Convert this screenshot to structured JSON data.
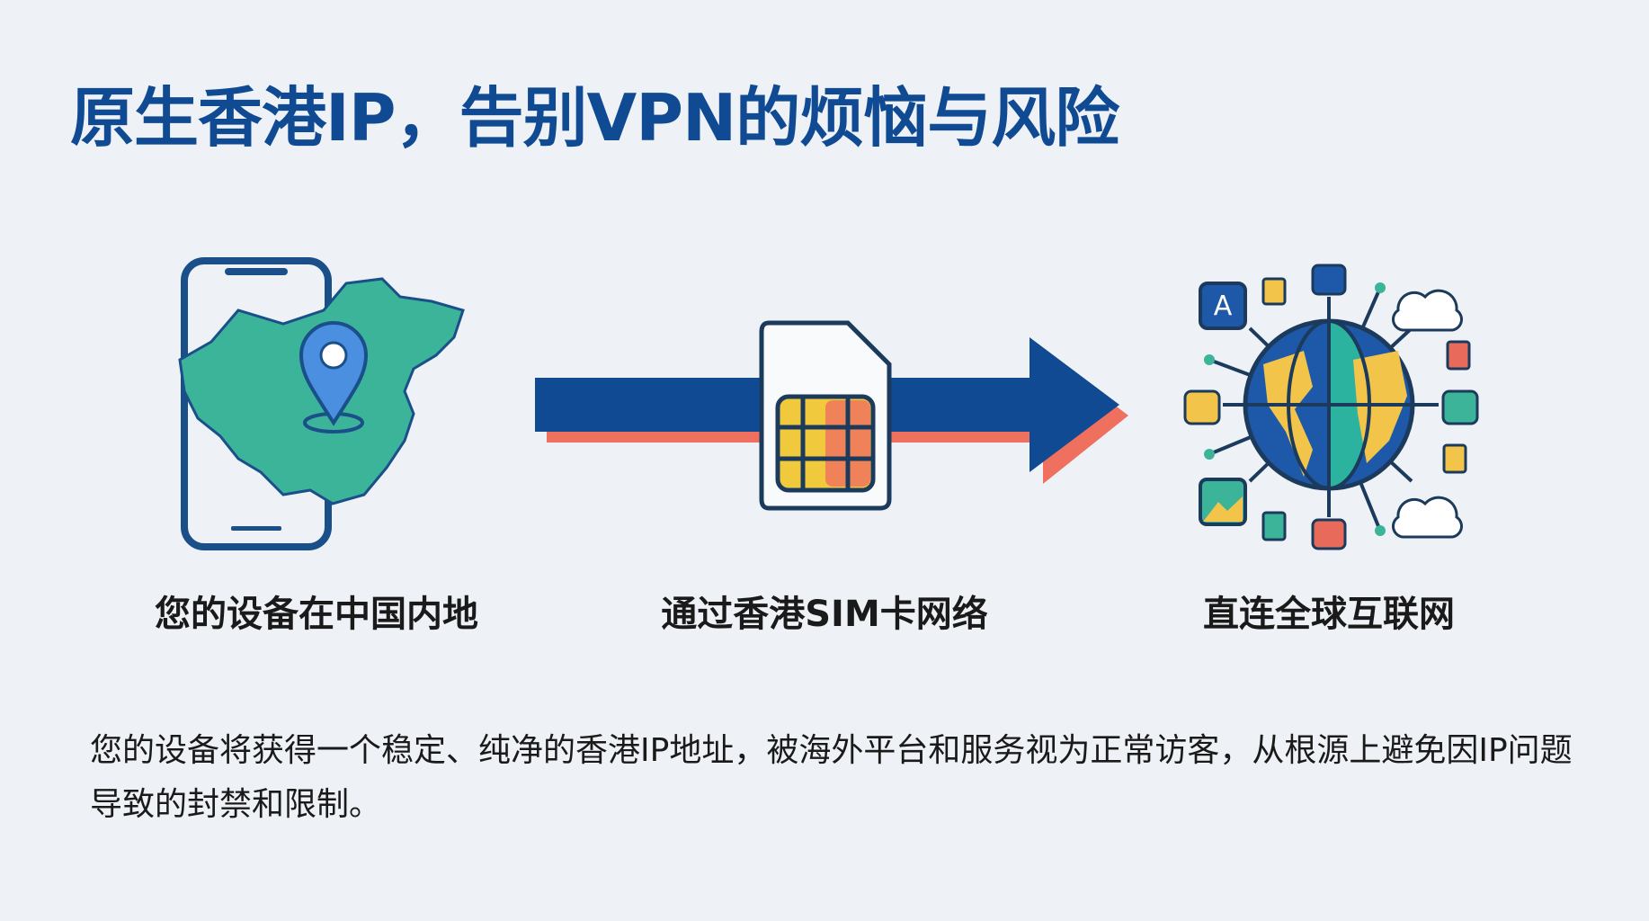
{
  "title": "原生香港IP，告别VPN的烦恼与风险",
  "steps": [
    {
      "label": "您的设备在中国内地",
      "icon": "phone-china-map-icon"
    },
    {
      "label": "通过香港SIM卡网络",
      "icon": "sim-card-icon"
    },
    {
      "label": "直连全球互联网",
      "icon": "globe-network-icon"
    }
  ],
  "description": "您的设备将获得一个稳定、纯净的香港IP地址，被海外平台和服务视为正常访客，从根源上避免因IP问题导致的封禁和限制。",
  "colors": {
    "title": "#0f4a93",
    "arrow": "#0f4a93",
    "arrow_shadow": "#f07060",
    "map": "#3bb49a",
    "globe_land": "#f2c54a"
  }
}
